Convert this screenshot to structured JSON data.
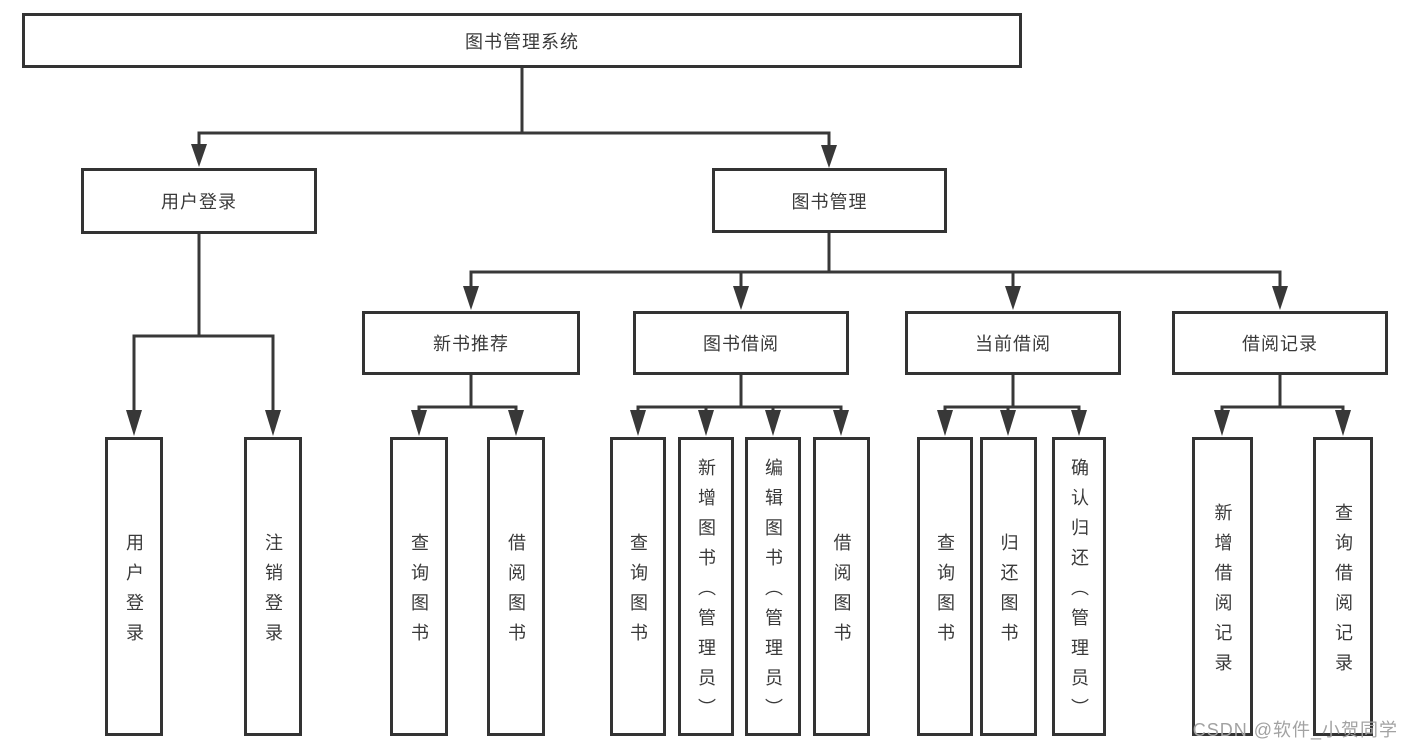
{
  "tree": {
    "label": "图书管理系统",
    "children": [
      {
        "label": "用户登录",
        "children": [
          {
            "label": "用户登录"
          },
          {
            "label": "注销登录"
          }
        ]
      },
      {
        "label": "图书管理",
        "children": [
          {
            "label": "新书推荐",
            "children": [
              {
                "label": "查询图书"
              },
              {
                "label": "借阅图书"
              }
            ]
          },
          {
            "label": "图书借阅",
            "children": [
              {
                "label": "查询图书"
              },
              {
                "label": "新增图书（管理员）"
              },
              {
                "label": "编辑图书（管理员）"
              },
              {
                "label": "借阅图书"
              }
            ]
          },
          {
            "label": "当前借阅",
            "children": [
              {
                "label": "查询图书"
              },
              {
                "label": "归还图书"
              },
              {
                "label": "确认归还（管理员）"
              }
            ]
          },
          {
            "label": "借阅记录",
            "children": [
              {
                "label": "新增借阅记录"
              },
              {
                "label": "查询借阅记录"
              }
            ]
          }
        ]
      }
    ]
  },
  "watermark": {
    "text": "CSDN @软件_小贺同学"
  },
  "colors": {
    "line": "#383838",
    "box_border": "#333333",
    "text": "#3a3a3a",
    "watermark": "#a2a2a2",
    "background": "#ffffff"
  }
}
